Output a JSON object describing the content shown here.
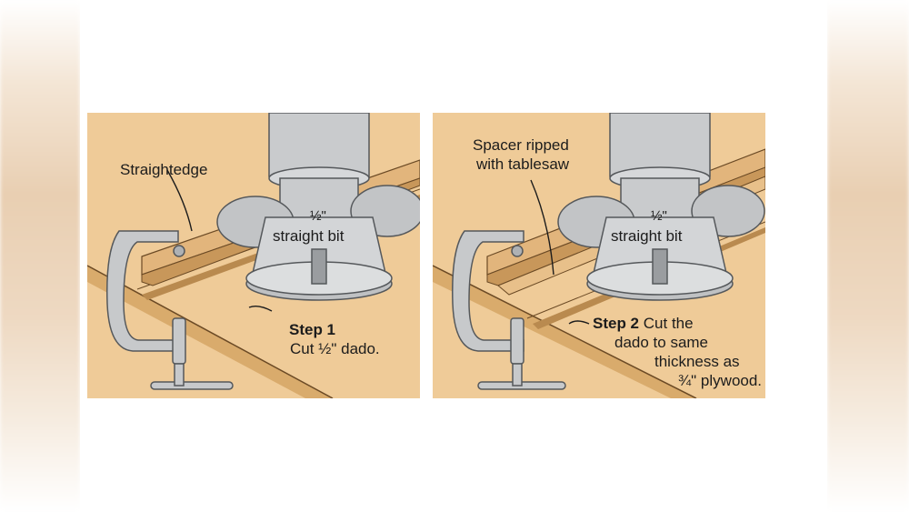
{
  "panels": [
    {
      "id": "step1",
      "labels": {
        "straightedge": "Straightedge",
        "bit_size": "½\"",
        "bit_name": "straight bit",
        "step_title": "Step 1",
        "step_text": "Cut ½\" dado."
      }
    },
    {
      "id": "step2",
      "labels": {
        "spacer_line1": "Spacer ripped",
        "spacer_line2": "with tablesaw",
        "bit_size": "½\"",
        "bit_name": "straight bit",
        "step_title": "Step 2",
        "step_text_line1": "Cut the",
        "step_text_line2": "dado to same",
        "step_text_line3": "thickness as",
        "step_text_line4": "¾\" plywood."
      }
    }
  ],
  "colors": {
    "wood": "#efcb98",
    "wood_dark": "#d9ab6c",
    "router": "#c9cbcd",
    "router_dark": "#8f9295",
    "ink": "#1c1c1c"
  }
}
